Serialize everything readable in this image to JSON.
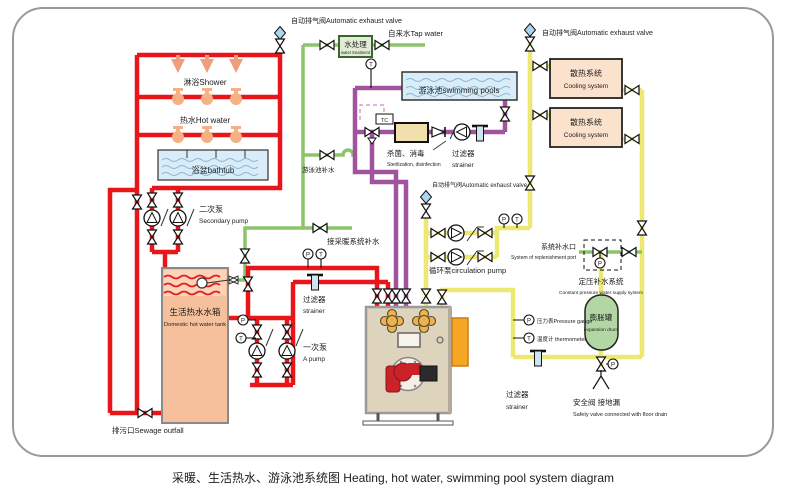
{
  "caption": "采暖、生活热水、游泳池系统图  Heating, hot water, swimming pool system diagram",
  "sym": {
    "p": "P",
    "t": "T",
    "tc": "TC"
  },
  "labels": {
    "auto_exhaust": "自动排气阀Automatic exhaust valve",
    "tap_water": "自来水Tap water",
    "water_treatment_cn": "水处理",
    "water_treatment_en": "water treatment",
    "shower": "淋浴Shower",
    "hot_water": "热水Hot water",
    "bathtub": "浴盆bathtub",
    "swimming_pool": "游泳池swimming pools",
    "cooling_cn": "散热系统",
    "cooling_en": "Cooling system",
    "sterilize_cn": "杀菌、消毒",
    "sterilize_en": "Sterilization, disinfection",
    "strainer_cn": "过滤器",
    "strainer_en": "strainer",
    "pool_makeup": "游泳池补水",
    "secondary_pump_cn": "二次泵",
    "secondary_pump_en": "Secondary pump",
    "heating_makeup": "接采暖系统补水",
    "circulation_pump": "循环泵circulation pump",
    "system_port_cn": "系统补水口",
    "system_port_en": "System of replenishment port",
    "constant_cn": "定压补水系统",
    "constant_en": "Constant pressure water supply system",
    "tank_cn": "生活热水水箱",
    "tank_en": "Domestic hot water tank",
    "a_pump_cn": "一次泵",
    "a_pump_en": "A pump",
    "pressure_gauge": "压力表Pressure gauge",
    "thermometer": "温度计 thermometer",
    "expansion_cn": "膨胀罐",
    "expansion_en": "expansion drum",
    "safety_cn": "安全阀 接地漏",
    "safety_en": "Safety valve connected with floor drain",
    "sewage": "排污口Sewage outfall"
  },
  "colors": {
    "pipe_red": "#e8151a",
    "pipe_green": "#8cc46a",
    "pipe_purple": "#a1549e",
    "pipe_yellow": "#ece873",
    "pipe_orange": "#f2a71f",
    "vent_blue": "#aad6ee",
    "water_blue": "#d9ecf7",
    "tank_salmon": "#f6c09d",
    "box_salmon": "#fbe2cc",
    "sterilizer_tan": "#f2dfae",
    "expansion_green": "#b2d6a4",
    "treatment_green": "#e2ecd4",
    "boiler_tan": "#ded3bd",
    "panel_orange": "#f5a623"
  }
}
